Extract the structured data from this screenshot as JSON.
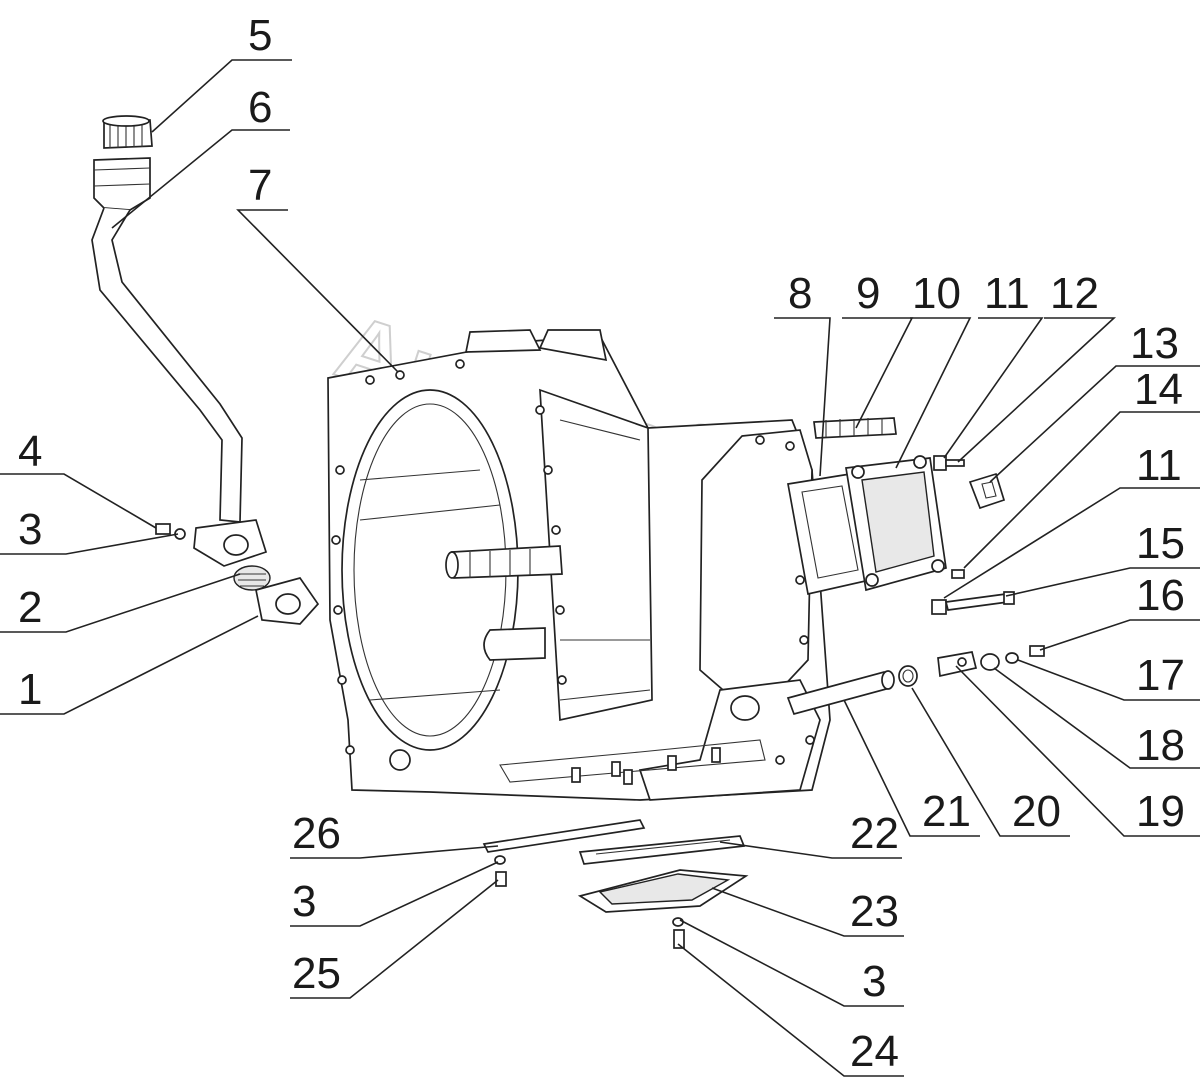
{
  "watermark": "AutoSoft.ru",
  "callouts": [
    {
      "id": "c1",
      "text": "1"
    },
    {
      "id": "c2",
      "text": "2"
    },
    {
      "id": "c3a",
      "text": "3"
    },
    {
      "id": "c4",
      "text": "4"
    },
    {
      "id": "c5",
      "text": "5"
    },
    {
      "id": "c6",
      "text": "6"
    },
    {
      "id": "c7",
      "text": "7"
    },
    {
      "id": "c8",
      "text": "8"
    },
    {
      "id": "c9",
      "text": "9"
    },
    {
      "id": "c10",
      "text": "10"
    },
    {
      "id": "c11a",
      "text": "11"
    },
    {
      "id": "c12",
      "text": "12"
    },
    {
      "id": "c13",
      "text": "13"
    },
    {
      "id": "c14",
      "text": "14"
    },
    {
      "id": "c11b",
      "text": "11"
    },
    {
      "id": "c15",
      "text": "15"
    },
    {
      "id": "c16",
      "text": "16"
    },
    {
      "id": "c17",
      "text": "17"
    },
    {
      "id": "c18",
      "text": "18"
    },
    {
      "id": "c19",
      "text": "19"
    },
    {
      "id": "c20",
      "text": "20"
    },
    {
      "id": "c21",
      "text": "21"
    },
    {
      "id": "c22",
      "text": "22"
    },
    {
      "id": "c26",
      "text": "26"
    },
    {
      "id": "c3b",
      "text": "3"
    },
    {
      "id": "c23",
      "text": "23"
    },
    {
      "id": "c25",
      "text": "25"
    },
    {
      "id": "c3c",
      "text": "3"
    },
    {
      "id": "c24",
      "text": "24"
    }
  ]
}
